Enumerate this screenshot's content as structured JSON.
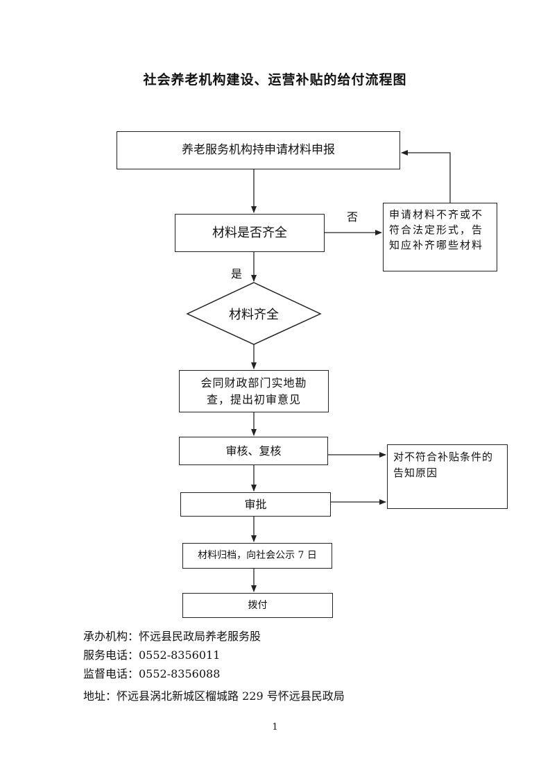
{
  "title": "社会养老机构建设、运营补贴的给付流程图",
  "nodes": {
    "apply": "养老服务机构持申请材料申报",
    "check": "材料是否齐全",
    "incomplete": "申请材料不齐或不符合法定形式，告知应补齐哪些材料",
    "complete": "材料齐全",
    "inspect": "会同财政部门实地勘查，提出初审意见",
    "review": "审核、复核",
    "reject": "对不符合补贴条件的告知原因",
    "approve": "审批",
    "archive": "材料归档，向社会公示 7 日",
    "pay": "拨付"
  },
  "edge_labels": {
    "no": "否",
    "yes": "是"
  },
  "footer": {
    "office": "承办机构：怀远县民政局养老服务股",
    "service_phone": "服务电话：0552-8356011",
    "supervision_phone": "监督电话：0552-8356088",
    "address": "地址：怀远县涡北新城区榴城路 229 号怀远县民政局"
  },
  "page_number": "1"
}
